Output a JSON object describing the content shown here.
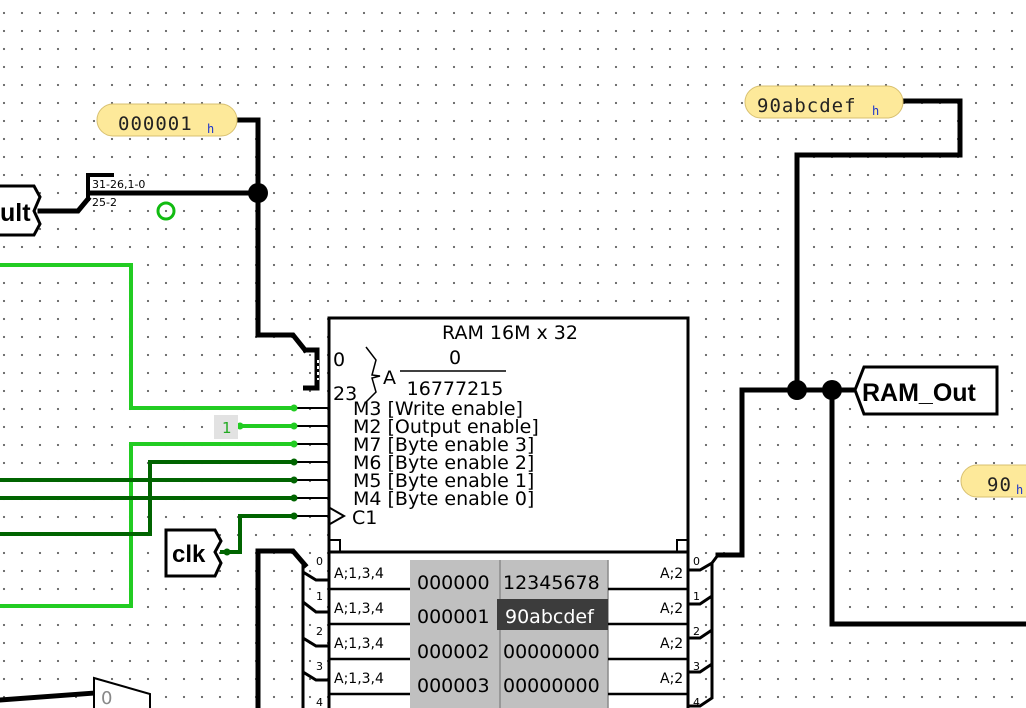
{
  "probes": {
    "address": {
      "value": "000001",
      "suffix": "h"
    },
    "data_in": {
      "value": "90abcdef",
      "suffix": "h"
    },
    "right_partial": {
      "value": "90",
      "suffix": "h"
    }
  },
  "tunnels": {
    "left_partial": "ult",
    "clk": "clk",
    "ram_out": "RAM_Out"
  },
  "splitter": {
    "top_label": "31-26,1-0",
    "bottom_label": "25-2"
  },
  "constant": {
    "value": "1"
  },
  "mux_label": "0",
  "ram": {
    "title": "RAM 16M x 32",
    "addr_low": "0",
    "addr_high": "16777215",
    "addr_pin_top": "0",
    "addr_pin_bottom": "23",
    "addr_symbol": "A",
    "inputs": [
      "M3 [Write enable]",
      "M2 [Output enable]",
      "M7 [Byte enable 3]",
      "M6 [Byte enable 2]",
      "M5 [Byte enable 1]",
      "M4 [Byte enable 0]"
    ],
    "clock_label": "C1",
    "data_in_label": "A;1,3,4",
    "data_out_label": "A;2",
    "bus_indices": [
      "0",
      "1",
      "2",
      "3",
      "4"
    ],
    "memory": [
      {
        "addr": "000000",
        "value": "12345678"
      },
      {
        "addr": "000001",
        "value": "90abcdef"
      },
      {
        "addr": "000002",
        "value": "00000000"
      },
      {
        "addr": "000003",
        "value": "00000000"
      }
    ]
  },
  "colors": {
    "wire_bus": "#000000",
    "wire_bright": "#22cc22",
    "wire_dark": "#006400",
    "probe_fill": "#fde99a",
    "memory_bg": "#c0c0c0",
    "memory_selected": "#3c3c3c"
  }
}
